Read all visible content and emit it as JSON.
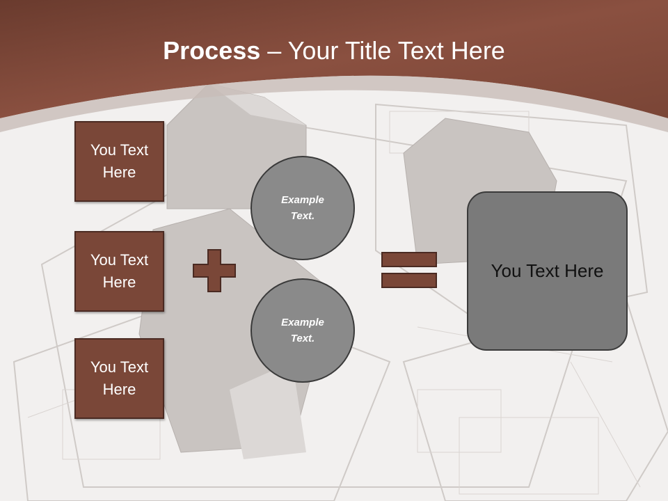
{
  "header": {
    "title_bold": "Process",
    "title_rest": " – Your Title Text Here"
  },
  "left_boxes": [
    {
      "label": "You Text Here"
    },
    {
      "label": "You Text Here"
    },
    {
      "label": "You Text Here"
    }
  ],
  "circles": [
    {
      "label": "Example Text."
    },
    {
      "label": "Example Text."
    }
  ],
  "result": {
    "label": "You Text Here"
  },
  "colors": {
    "header": "#7a4738",
    "box_fill": "#7a4738",
    "circle_fill": "#8a8a8a",
    "result_fill": "#7a7a7a"
  },
  "icons": {
    "operator_1": "plus-icon",
    "operator_2": "equals-icon"
  }
}
